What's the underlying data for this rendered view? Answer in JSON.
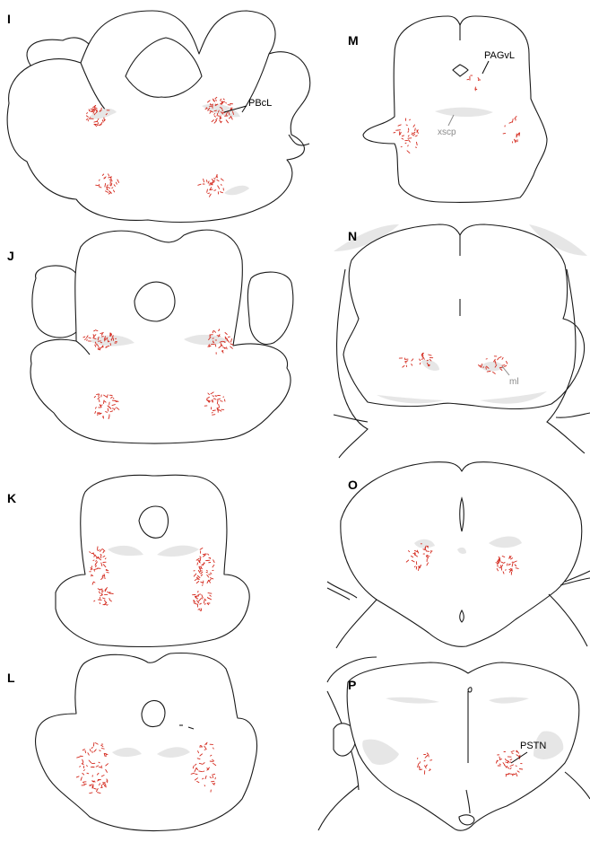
{
  "panels": {
    "I": "I",
    "J": "J",
    "K": "K",
    "L": "L",
    "M": "M",
    "N": "N",
    "O": "O",
    "P": "P"
  },
  "annotations": {
    "pbcl": "PBcL",
    "pagvl": "PAGvL",
    "xscp": "xscp",
    "ml": "ml",
    "pstn": "PSTN"
  },
  "colors": {
    "outline": "#1a1a1a",
    "labeling": "#d42a1e",
    "tract": "#e6e6e6"
  }
}
